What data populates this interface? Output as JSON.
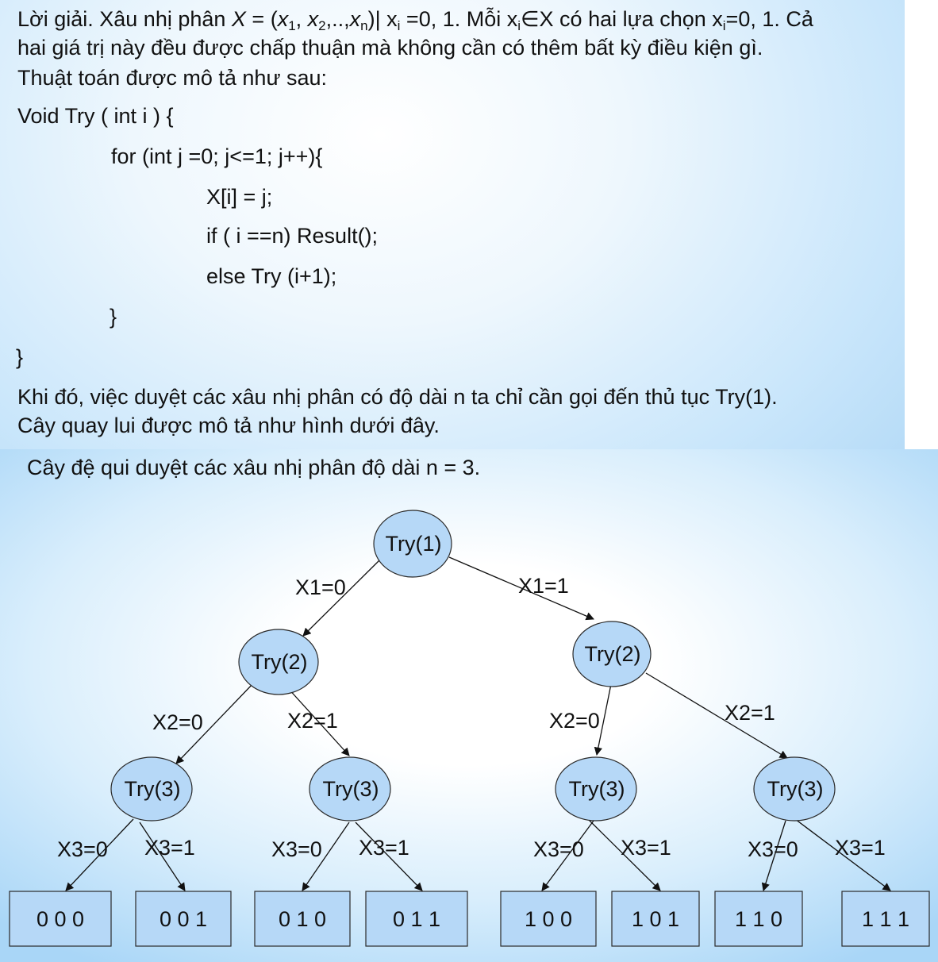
{
  "solution": {
    "p1": {
      "intro": "Lời giải. Xâu nhị phân ",
      "X": "X",
      "eq": " = (",
      "x": "x",
      "s1": "1",
      "comma1": ", ",
      "s2": "2",
      "dots": ",..,",
      "sn": "n",
      "cond_a": ")| x",
      "si": "i",
      "cond_b": " =0, 1. Mỗi x",
      "mem": "∈X có hai lựa chọn x",
      "choice_b": "=0, 1. Cả",
      "line2": "hai giá trị này đều được chấp thuận mà không cần có thêm bất kỳ điều kiện gì.",
      "line3": "Thuật toán được mô tả như sau:"
    },
    "code": [
      "Void Try ( int i ) {",
      "for (int j =0; j<=1; j++){",
      "X[i] = j;",
      "if ( i ==n) Result();",
      "else Try (i+1);",
      "}",
      "}"
    ],
    "p2": [
      "Khi đó, việc duyệt các xâu nhị phân có độ dài n ta chỉ cần gọi đến thủ tục Try(1).",
      "Cây quay lui được mô tả như hình dưới đây."
    ]
  },
  "tree": {
    "caption": "Cây đệ qui duyệt các xâu nhị phân độ dài n = 3.",
    "root": "Try(1)",
    "level2": [
      "Try(2)",
      "Try(2)"
    ],
    "level3": [
      "Try(3)",
      "Try(3)",
      "Try(3)",
      "Try(3)"
    ],
    "edge_labels_l1": [
      "X1=0",
      "X1=1"
    ],
    "edge_labels_l2": [
      "X2=0",
      "X2=1",
      "X2=0",
      "X2=1"
    ],
    "edge_labels_l3": [
      "X3=0",
      "X3=1",
      "X3=0",
      "X3=1",
      "X3=0",
      "X3=1",
      "X3=0",
      "X3=1"
    ],
    "leaves": [
      "0 0 0",
      "0 0 1",
      "0 1 0",
      "0 1 1",
      "1 0 0",
      "1 0 1",
      "1 1 0",
      "1 1 1"
    ]
  },
  "colors": {
    "node_fill": "#b6d8f7",
    "background_accent": "#a9d6f7"
  }
}
